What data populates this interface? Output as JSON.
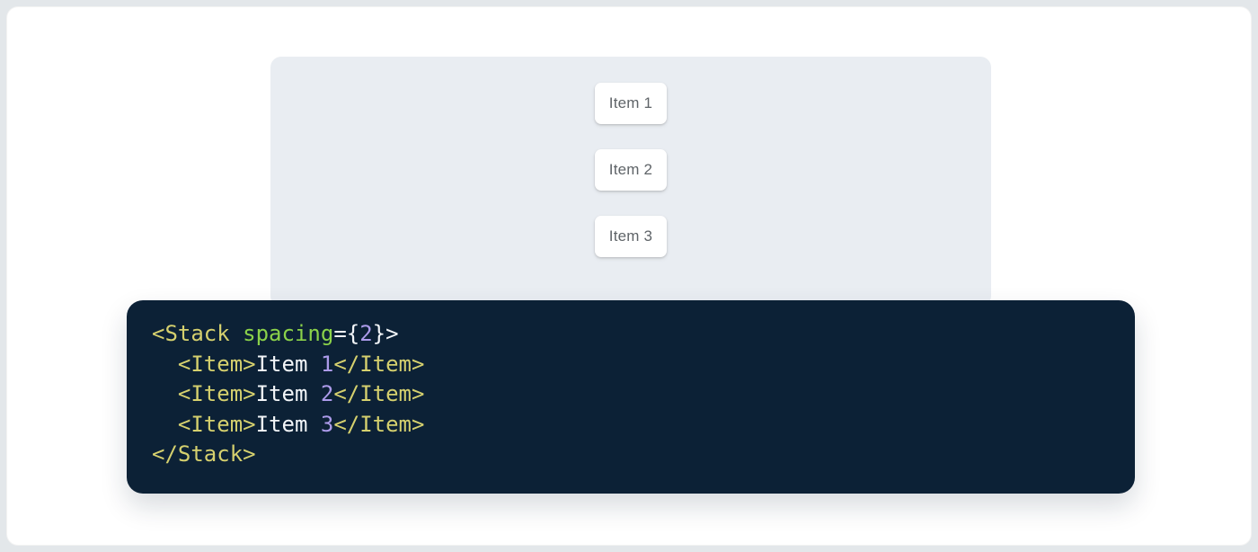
{
  "demo": {
    "items": [
      {
        "label": "Item 1"
      },
      {
        "label": "Item 2"
      },
      {
        "label": "Item 3"
      }
    ]
  },
  "code": {
    "language": "jsx",
    "lines": [
      {
        "tokens": [
          {
            "type": "tag",
            "text": "<Stack"
          },
          {
            "type": "plain",
            "text": " "
          },
          {
            "type": "attr",
            "text": "spacing"
          },
          {
            "type": "punct",
            "text": "={"
          },
          {
            "type": "num",
            "text": "2"
          },
          {
            "type": "punct",
            "text": "}>"
          }
        ]
      },
      {
        "tokens": [
          {
            "type": "plain",
            "text": "  "
          },
          {
            "type": "tag",
            "text": "<Item>"
          },
          {
            "type": "plain",
            "text": "Item "
          },
          {
            "type": "num",
            "text": "1"
          },
          {
            "type": "tag",
            "text": "</Item>"
          }
        ]
      },
      {
        "tokens": [
          {
            "type": "plain",
            "text": "  "
          },
          {
            "type": "tag",
            "text": "<Item>"
          },
          {
            "type": "plain",
            "text": "Item "
          },
          {
            "type": "num",
            "text": "2"
          },
          {
            "type": "tag",
            "text": "</Item>"
          }
        ]
      },
      {
        "tokens": [
          {
            "type": "plain",
            "text": "  "
          },
          {
            "type": "tag",
            "text": "<Item>"
          },
          {
            "type": "plain",
            "text": "Item "
          },
          {
            "type": "num",
            "text": "3"
          },
          {
            "type": "tag",
            "text": "</Item>"
          }
        ]
      },
      {
        "tokens": [
          {
            "type": "tag",
            "text": "</Stack>"
          }
        ]
      }
    ]
  },
  "colors": {
    "outer-bg": "#E3E7EA",
    "panel-bg": "#E9EDF2",
    "code-bg": "#0C2136",
    "item-text": "#5F6468",
    "tok-tag": "#D5D06E",
    "tok-attr": "#8BD24A",
    "tok-num": "#AC9BEA",
    "tok-punct": "#F2F5F8",
    "tok-plain": "#F2F5F8"
  }
}
